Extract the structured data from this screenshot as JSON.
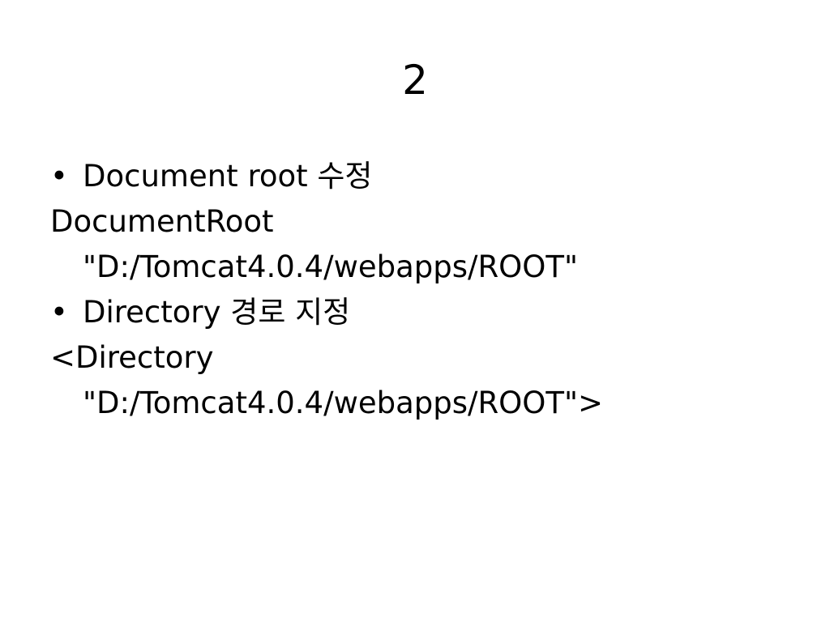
{
  "slide": {
    "title": "2",
    "items": [
      {
        "kind": "bullet",
        "marker": "•",
        "text": "Document root 수정"
      },
      {
        "kind": "text",
        "lines": [
          "DocumentRoot",
          "\"D:/Tomcat4.0.4/webapps/ROOT\""
        ]
      },
      {
        "kind": "bullet",
        "marker": "•",
        "text": "Directory 경로 지정"
      },
      {
        "kind": "text",
        "lines": [
          "<Directory",
          "\"D:/Tomcat4.0.4/webapps/ROOT\">"
        ]
      }
    ]
  }
}
